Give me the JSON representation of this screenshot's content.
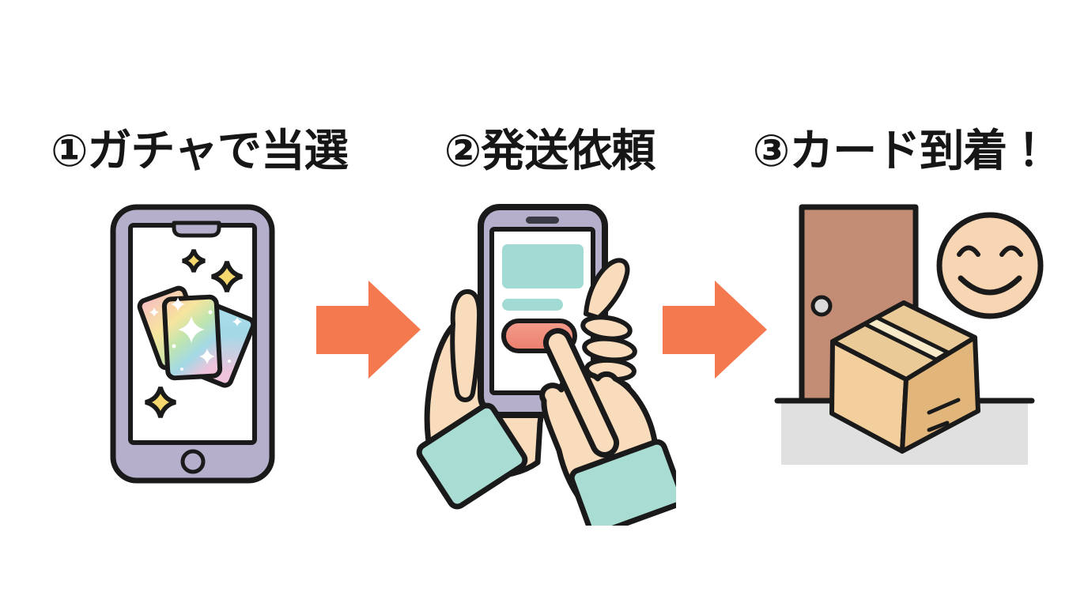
{
  "page": {
    "background": "#FFFFFF",
    "language": "ja",
    "kind": "three-step-process-diagram"
  },
  "steps": [
    {
      "title": "①ガチャで当選",
      "illustration": "smartphone-showing-sparkling-trading-cards"
    },
    {
      "title": "②発送依頼",
      "illustration": "hands-holding-smartphone-tapping-button"
    },
    {
      "title": "③カード到着！",
      "illustration": "delivery-box-at-door-with-happy-face"
    }
  ],
  "arrow": {
    "direction": "right",
    "color": "#F4794F"
  },
  "colors": {
    "outline": "#1A1A1A",
    "arrow": "#F4794F",
    "phone_body": "#B5AFCB",
    "phone_detail": "#3A3A44",
    "screen": "#FFFFFF",
    "teal": "#A2DBD3",
    "button_top": "#F49D8D",
    "button_bottom": "#EC7E6C",
    "skin": "#F9DCBC",
    "sleeve": "#A9DCD2",
    "door": "#C38C74",
    "doorknob": "#D9D9D9",
    "ground": "#E0E0E0",
    "box_left": "#F2CF9D",
    "box_right": "#E2B67B",
    "box_top": "#EACA96",
    "tape": "#F6EAC9",
    "smiley": "#F8D5B3",
    "spark_yellow": "#F6D76E",
    "sparkle_white": "#FFFFFF",
    "card_pink": "#F7BCC4",
    "card_peach": "#F8C9A8",
    "card_yellow": "#F7E59E",
    "card_green": "#BFE5AF",
    "card_cyan": "#A3D9E6",
    "card_blue": "#A9DCEC",
    "card_rose": "#EFC3DC"
  }
}
